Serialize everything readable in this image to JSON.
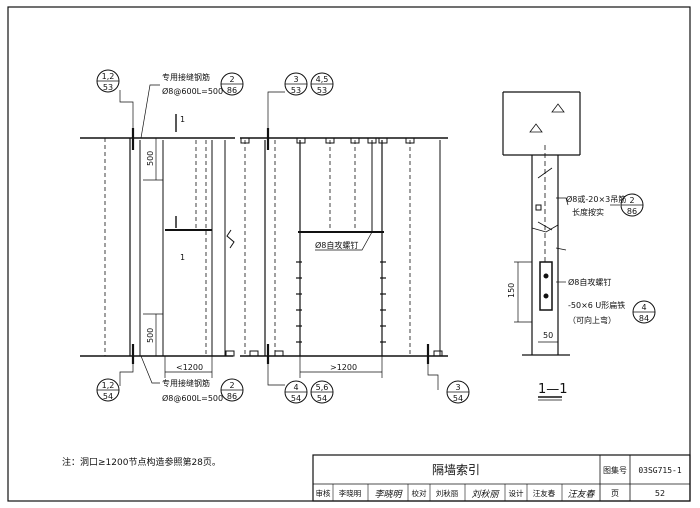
{
  "index_circles": [
    {
      "id": "c1",
      "top": "1,2",
      "bottom": "53"
    },
    {
      "id": "c2",
      "top": "2",
      "bottom": "86"
    },
    {
      "id": "c3",
      "top": "3",
      "bottom": "53"
    },
    {
      "id": "c4",
      "top": "4,5",
      "bottom": "53"
    },
    {
      "id": "c5",
      "top": "1,2",
      "bottom": "54"
    },
    {
      "id": "c6",
      "top": "2",
      "bottom": "86"
    },
    {
      "id": "c7",
      "top": "4",
      "bottom": "54"
    },
    {
      "id": "c8",
      "top": "5,6",
      "bottom": "54"
    },
    {
      "id": "c9",
      "top": "3",
      "bottom": "54"
    },
    {
      "id": "c10",
      "top": "2",
      "bottom": "86"
    },
    {
      "id": "c11",
      "top": "4",
      "bottom": "84"
    }
  ],
  "elevation": {
    "note_top_line1": "专用接缝钢筋",
    "note_top_line2": "Ø8@600L=500",
    "note_bottom_line1": "专用接缝钢筋",
    "note_bottom_line2": "Ø8@600L=500",
    "dim_500_top": "500",
    "dim_500_bottom": "500",
    "dim_1200_left": "<1200",
    "dim_1200_right": ">1200",
    "screw_label": "Ø8自攻螺钉",
    "section_mark_top": "1",
    "section_mark_mid": "1"
  },
  "section": {
    "hanger_line1": "Ø8或-20×3吊筋",
    "hanger_line2": "长度按实",
    "screw_label": "Ø8自攻螺钉",
    "iron_line1": "-50×6 U形扁铁",
    "iron_line2": "（可向上弯）",
    "dim_150": "150",
    "dim_50": "50",
    "title": "1—1"
  },
  "note": "注：洞口≥1200节点构造参照第28页。",
  "title_block": {
    "title": "隔墙索引",
    "atlas_label": "图集号",
    "atlas_no": "03SG715-1",
    "review_label": "审核",
    "reviewer": "李晓明",
    "reviewer_sign": "李晓明",
    "check_label": "校对",
    "checker": "刘秋丽",
    "checker_sign": "刘秋丽",
    "design_label": "设计",
    "designer": "汪友春",
    "designer_sign": "汪友春",
    "page_label": "页",
    "page_no": "52"
  }
}
